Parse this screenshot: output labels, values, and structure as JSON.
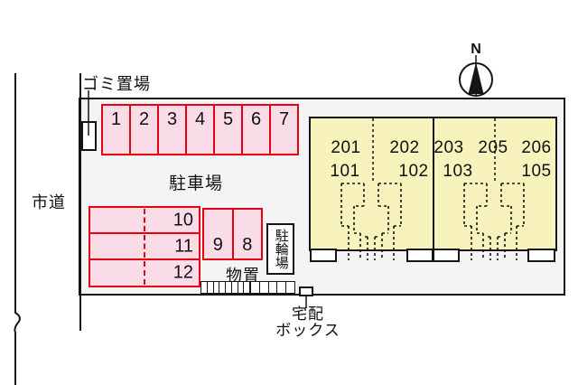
{
  "labels": {
    "road": "市道",
    "garbage": "ゴミ置場",
    "parking_area": "駐車場",
    "storage": "物置",
    "bicycle_parking": "駐輪場",
    "delivery_line1": "宅配",
    "delivery_line2": "ボックス",
    "north": "N"
  },
  "parking": {
    "top_row": [
      "1",
      "2",
      "3",
      "4",
      "5",
      "6",
      "7"
    ],
    "side_rows": [
      "10",
      "11",
      "12"
    ],
    "pair": [
      "9",
      "8"
    ]
  },
  "buildings": {
    "left": {
      "upper": [
        "201",
        "202"
      ],
      "lower": [
        "101",
        "102"
      ]
    },
    "right": {
      "upper": [
        "203",
        "205",
        "206"
      ],
      "lower": [
        "103",
        "105"
      ]
    }
  },
  "colors": {
    "parking_fill": "#f9dce6",
    "parking_border": "#e60014",
    "building_fill": "#f8f2bd",
    "site_fill": "#f4f4f5",
    "line": "#151515",
    "background": "#ffffff"
  }
}
